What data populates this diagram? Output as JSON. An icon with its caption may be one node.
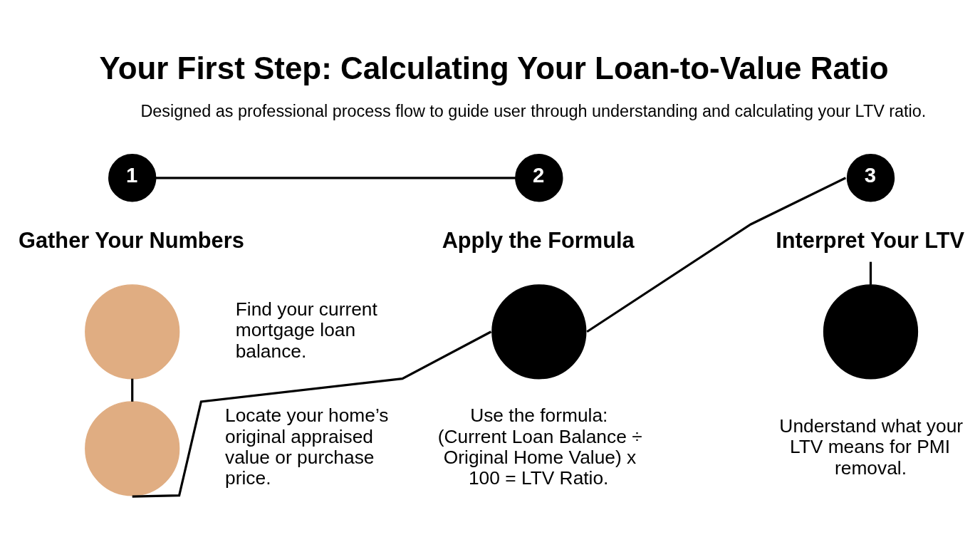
{
  "diagram": {
    "title": "Your First Step: Calculating Your Loan-to-Value Ratio",
    "nodes": [
      {
        "text": [
          "1"
        ]
      },
      {
        "text": [
          "2"
        ]
      },
      {
        "text": [
          "3"
        ]
      },
      {
        "text": [],
        "shape": "circle",
        "beside": [
          "Find your current mortgage loan balance."
        ]
      },
      {
        "text": [],
        "shape": "circle",
        "beside": [
          "Locate your home’s original appraised value or purchase price."
        ]
      },
      {
        "text": [],
        "shape": "circle",
        "beside": [
          "Use the formula: (Current Loan Balance ÷ Original Home Value) x 100 = LTV Ratio."
        ]
      },
      {
        "text": [
          "Interpret Your LTV"
        ]
      },
      {
        "text": [],
        "shape": "circle",
        "beside": [
          "Understand what your LTV means for PMI removal."
        ]
      }
    ],
    "edges": [
      {
        "from": 0,
        "to": 1,
        "arrow": "none"
      },
      {
        "from": 3,
        "to": 4,
        "arrow": "none"
      },
      {
        "from": 4,
        "to": 5,
        "arrow": "none"
      },
      {
        "from": 5,
        "to": 2,
        "arrow": "none"
      },
      {
        "from": 6,
        "to": 7,
        "arrow": "none"
      }
    ],
    "labels": [
      "Designed as professional process flow to guide user through understanding and calculating your LTV ratio.",
      "Gather Your Numbers",
      "Apply the Formula"
    ]
  }
}
